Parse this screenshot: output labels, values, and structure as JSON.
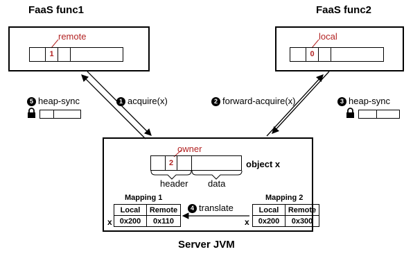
{
  "func1": {
    "title": "FaaS func1",
    "annotation": "remote",
    "slot_value": "1"
  },
  "func2": {
    "title": "FaaS func2",
    "annotation": "local",
    "slot_value": "0"
  },
  "server": {
    "title": "Server JVM",
    "object": {
      "annotation": "owner",
      "slot_value": "2",
      "label": "object x",
      "header_label": "header",
      "data_label": "data"
    },
    "mapping1": {
      "title": "Mapping 1",
      "row_label": "x",
      "columns": [
        "Local",
        "Remote"
      ],
      "values": [
        "0x200",
        "0x110"
      ]
    },
    "mapping2": {
      "title": "Mapping 2",
      "row_label": "x",
      "columns": [
        "Local",
        "Remote"
      ],
      "values": [
        "0x200",
        "0x300"
      ]
    }
  },
  "steps": {
    "s1": {
      "num": "1",
      "text": "acquire(x)"
    },
    "s2": {
      "num": "2",
      "text": "forward-acquire(x)"
    },
    "s3": {
      "num": "3",
      "text": "heap-sync"
    },
    "s4": {
      "num": "4",
      "text": "translate"
    },
    "s5": {
      "num": "5",
      "text": "heap-sync"
    }
  },
  "icons": {
    "lock": "lock-icon"
  }
}
